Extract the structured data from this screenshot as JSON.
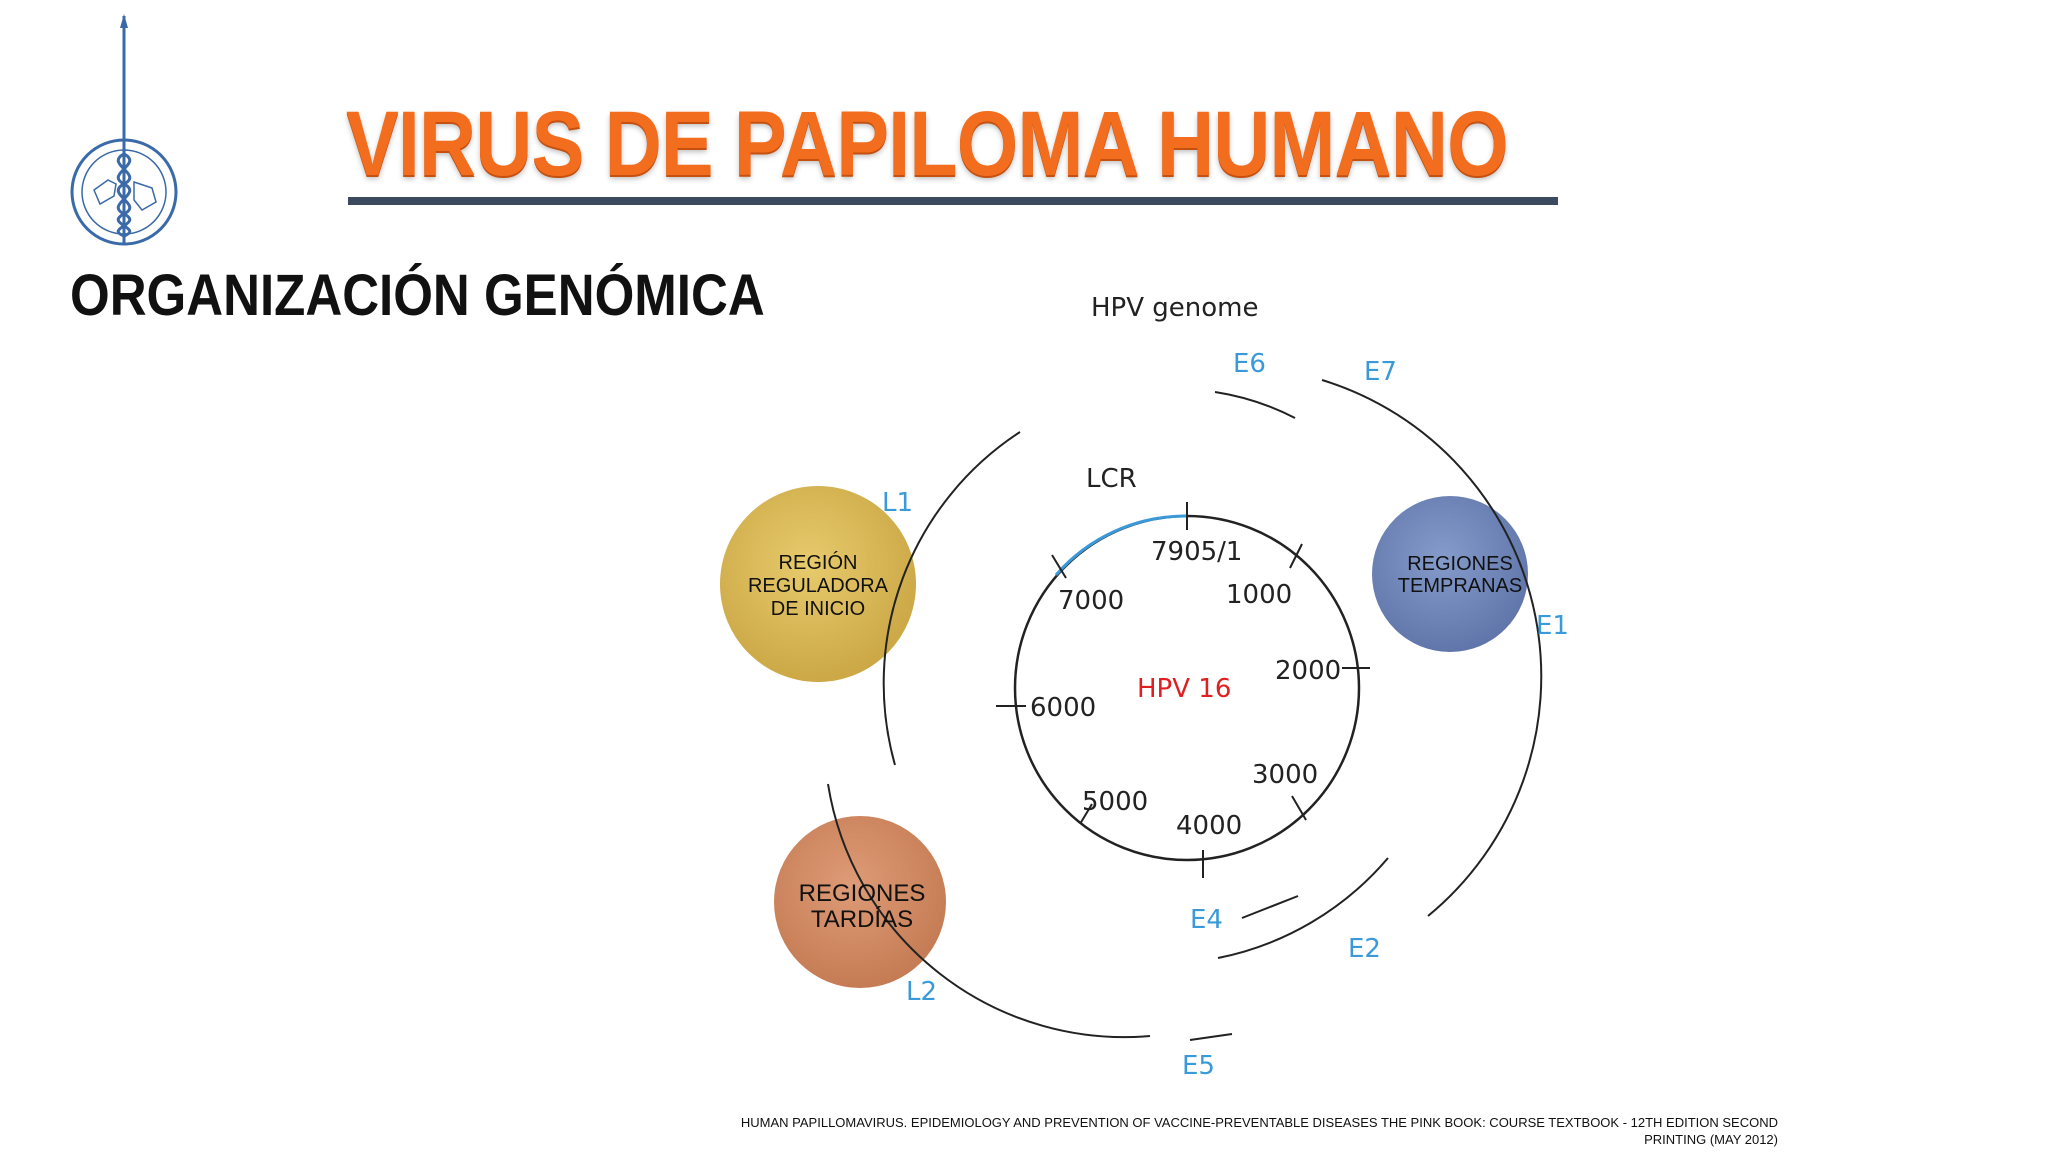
{
  "slide": {
    "title": "VIRUS DE PAPILOMA HUMANO",
    "subtitle": "ORGANIZACIÓN GENÓMICA",
    "reference": "HUMAN PAPILLOMAVIRUS. EPIDEMIOLOGY AND PREVENTION OF VACCINE-PREVENTABLE DISEASES THE PINK BOOK: COURSE TEXTBOOK - 12TH EDITION SECOND PRINTING (MAY 2012)"
  },
  "diagram": {
    "heading": "HPV genome",
    "center_label": "HPV 16",
    "lcr_label": "LCR",
    "positions": {
      "p7905": "7905/1",
      "p1000": "1000",
      "p2000": "2000",
      "p3000": "3000",
      "p4000": "4000",
      "p5000": "5000",
      "p6000": "6000",
      "p7000": "7000"
    },
    "genes": {
      "e6": "E6",
      "e7": "E7",
      "e1": "E1",
      "e2": "E2",
      "e4": "E4",
      "e5": "E5",
      "l1": "L1",
      "l2": "L2"
    },
    "bubbles": {
      "inicio": {
        "line1": "REGIÓN",
        "line2": "REGULADORA",
        "line3": "DE INICIO"
      },
      "tempranas": {
        "line1": "REGIONES",
        "line2": "TEMPRANAS"
      },
      "tardias": {
        "line1": "REGIONES",
        "line2": "TARDÍAS"
      }
    },
    "colors": {
      "gene_label": "#3a9ad9",
      "center_label": "#e02020",
      "lcr_arc": "#3a9ad9",
      "inicio_bubble": "#d8b64a",
      "tempranas_bubble": "#6a82b8",
      "tardias_bubble": "#d0835a"
    }
  }
}
